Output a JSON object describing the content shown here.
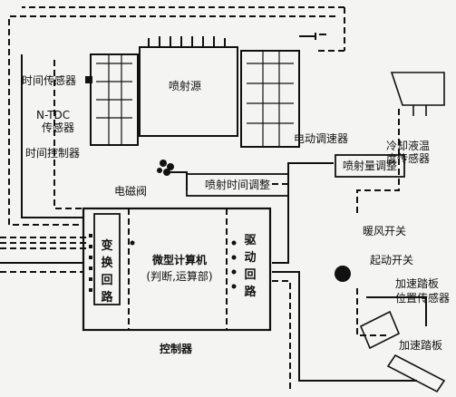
{
  "labels": {
    "timing_sensor": "时间传感器",
    "ntdc_line1": "N-TDC",
    "ntdc_line2": "传感器",
    "timing_controller": "时间控制器",
    "injection_source": "喷射源",
    "electric_governor": "电动调速器",
    "coolant_temp_line1": "冷却液温",
    "coolant_temp_line2": "度传感器",
    "solenoid_valve": "电磁阀",
    "injection_timing_adjust": "喷射时间调整",
    "injection_quantity_adjust": "喷射量调整",
    "converter_circuit": "变换回路",
    "microcomputer_line1": "微型计算机",
    "microcomputer_line2": "(判断,运算部)",
    "drive_circuit": "驱动回路",
    "controller": "控制器",
    "heater_switch": "暖风开关",
    "start_switch": "起动开关",
    "pedal_sensor_line1": "加速踏板",
    "pedal_sensor_line2": "位置传感器",
    "accel_pedal": "加速踏板"
  }
}
